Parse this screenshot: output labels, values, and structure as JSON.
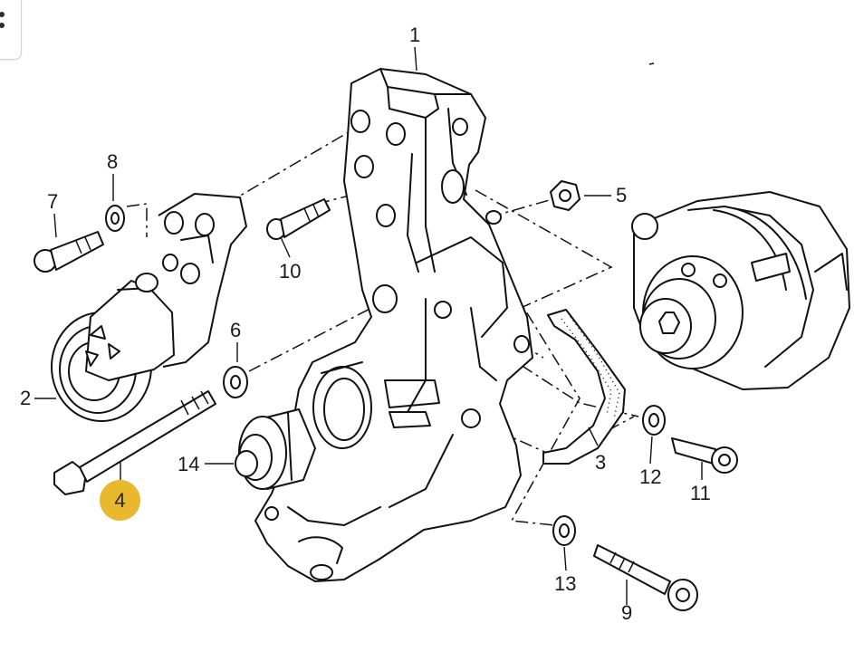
{
  "ui": {
    "menu_icon": "vertical-dots-icon"
  },
  "highlight": {
    "label": "4",
    "color": "#E8B82E"
  },
  "callouts": [
    {
      "id": "1",
      "label": "1"
    },
    {
      "id": "2",
      "label": "2"
    },
    {
      "id": "3",
      "label": "3"
    },
    {
      "id": "4",
      "label": "4"
    },
    {
      "id": "5",
      "label": "5"
    },
    {
      "id": "6",
      "label": "6"
    },
    {
      "id": "7",
      "label": "7"
    },
    {
      "id": "8",
      "label": "8"
    },
    {
      "id": "9",
      "label": "9"
    },
    {
      "id": "10",
      "label": "10"
    },
    {
      "id": "11",
      "label": "11"
    },
    {
      "id": "12",
      "label": "12"
    },
    {
      "id": "13",
      "label": "13"
    },
    {
      "id": "14",
      "label": "14"
    }
  ]
}
